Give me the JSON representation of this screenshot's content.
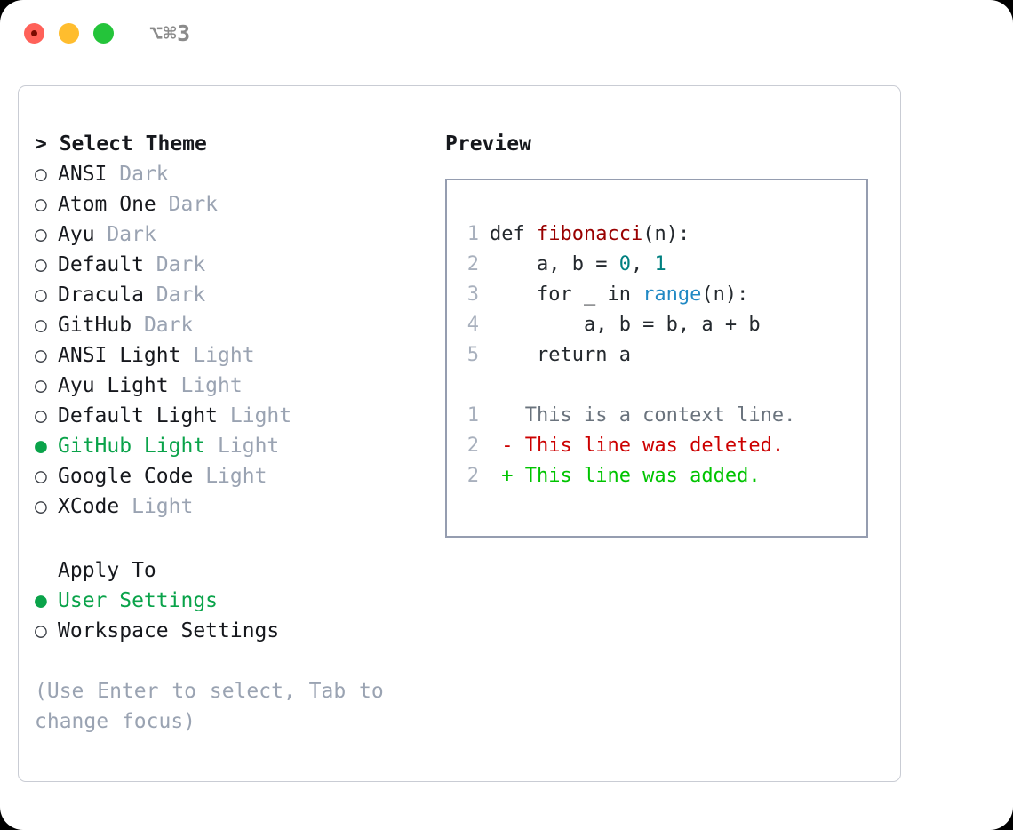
{
  "titlebar": {
    "shortcut": "⌥⌘3",
    "lights": [
      "close",
      "minimize",
      "zoom"
    ]
  },
  "theme_picker": {
    "header": "> Select Theme",
    "markers": {
      "selected": "●",
      "unselected": "○"
    },
    "items": [
      {
        "name": "ANSI",
        "variant": "Dark",
        "selected": false
      },
      {
        "name": "Atom One",
        "variant": "Dark",
        "selected": false
      },
      {
        "name": "Ayu",
        "variant": "Dark",
        "selected": false
      },
      {
        "name": "Default",
        "variant": "Dark",
        "selected": false
      },
      {
        "name": "Dracula",
        "variant": "Dark",
        "selected": false
      },
      {
        "name": "GitHub",
        "variant": "Dark",
        "selected": false
      },
      {
        "name": "ANSI Light",
        "variant": "Light",
        "selected": false
      },
      {
        "name": "Ayu Light",
        "variant": "Light",
        "selected": false
      },
      {
        "name": "Default Light",
        "variant": "Light",
        "selected": false
      },
      {
        "name": "GitHub Light",
        "variant": "Light",
        "selected": true
      },
      {
        "name": "Google Code",
        "variant": "Light",
        "selected": false
      },
      {
        "name": "XCode",
        "variant": "Light",
        "selected": false
      }
    ]
  },
  "apply_to": {
    "header": "Apply To",
    "options": [
      {
        "label": "User Settings",
        "selected": true
      },
      {
        "label": "Workspace Settings",
        "selected": false
      }
    ]
  },
  "hint": "(Use Enter to select, Tab to change focus)",
  "preview": {
    "title": "Preview",
    "code_lines": [
      {
        "num": "1",
        "tokens": [
          {
            "t": "def ",
            "c": "kw"
          },
          {
            "t": "fibonacci",
            "c": "fn"
          },
          {
            "t": "(n):",
            "c": "pl"
          }
        ]
      },
      {
        "num": "2",
        "tokens": [
          {
            "t": "    a, b = ",
            "c": "pl"
          },
          {
            "t": "0",
            "c": "num"
          },
          {
            "t": ", ",
            "c": "pl"
          },
          {
            "t": "1",
            "c": "num"
          }
        ]
      },
      {
        "num": "3",
        "tokens": [
          {
            "t": "    for _ in ",
            "c": "kw"
          },
          {
            "t": "range",
            "c": "bi"
          },
          {
            "t": "(n):",
            "c": "pl"
          }
        ]
      },
      {
        "num": "4",
        "tokens": [
          {
            "t": "        a, b = b, a + b",
            "c": "pl"
          }
        ]
      },
      {
        "num": "5",
        "tokens": [
          {
            "t": "    return a",
            "c": "kw"
          }
        ]
      }
    ],
    "diff_lines": [
      {
        "num": "1",
        "sign": " ",
        "text": "This is a context line.",
        "kind": "ctx"
      },
      {
        "num": "2",
        "sign": "-",
        "text": "This line was deleted.",
        "kind": "del"
      },
      {
        "num": "2",
        "sign": "+",
        "text": "This line was added.",
        "kind": "add"
      }
    ]
  },
  "colors": {
    "accent_green": "#0aa34a",
    "diff_add": "#00c400",
    "diff_del": "#cc0000",
    "muted": "#9aa3b2",
    "panel_border": "#c9ccd4",
    "preview_border": "#959db0",
    "fn_red": "#990000",
    "num_teal": "#008080",
    "builtin_blue": "#2189c4"
  }
}
